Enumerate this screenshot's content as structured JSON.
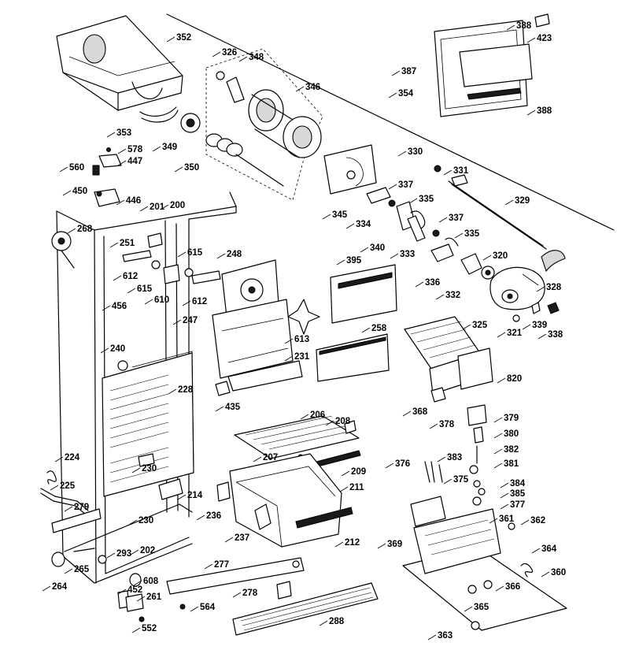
{
  "diagram": {
    "callouts": [
      "201",
      "200",
      "202",
      "206",
      "207",
      "208",
      "209",
      "211",
      "212",
      "214",
      "224",
      "225",
      "228",
      "230",
      "231",
      "236",
      "237",
      "240",
      "247",
      "248",
      "251",
      "258",
      "261",
      "264",
      "265",
      "268",
      "277",
      "278",
      "279",
      "288",
      "293",
      "320",
      "321",
      "325",
      "326",
      "328",
      "329",
      "330",
      "331",
      "332",
      "333",
      "334",
      "335",
      "336",
      "337",
      "338",
      "339",
      "340",
      "345",
      "346",
      "348",
      "349",
      "350",
      "352",
      "353",
      "354",
      "360",
      "361",
      "362",
      "363",
      "364",
      "365",
      "366",
      "368",
      "369",
      "375",
      "376",
      "377",
      "378",
      "379",
      "380",
      "381",
      "382",
      "383",
      "384",
      "385",
      "387",
      "388",
      "395",
      "423",
      "435",
      "446",
      "447",
      "450",
      "452",
      "456",
      "552",
      "560",
      "564",
      "578",
      "608",
      "610",
      "612",
      "613",
      "615",
      "820"
    ]
  }
}
